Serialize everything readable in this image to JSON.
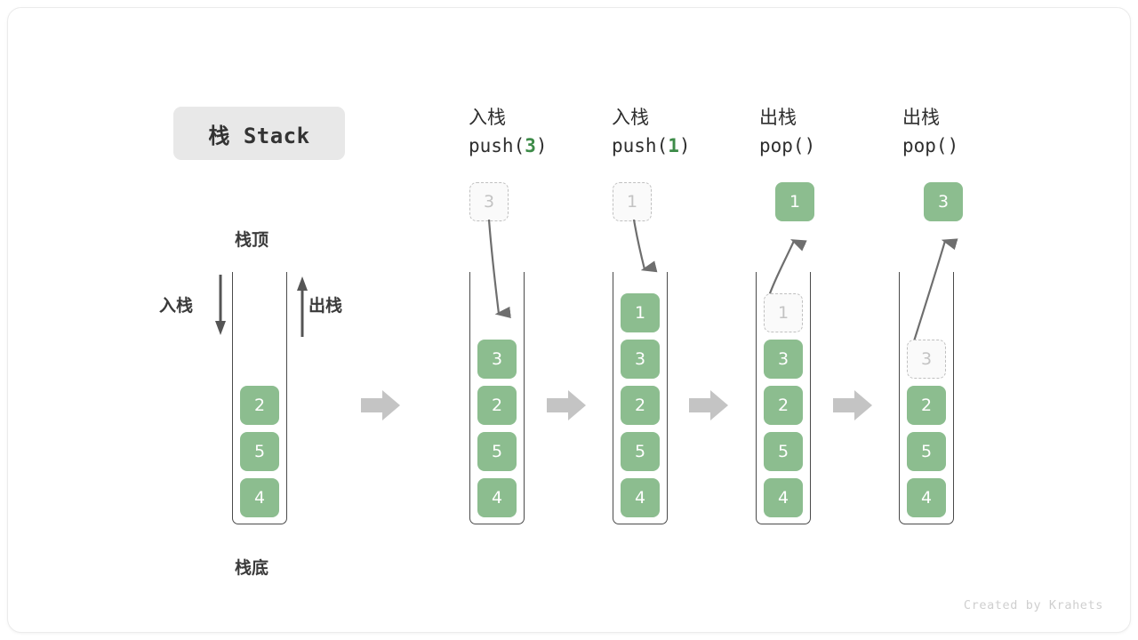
{
  "title": {
    "text": "栈 Stack"
  },
  "labels": {
    "stack_top": "栈顶",
    "stack_bottom": "栈底",
    "push_side": "入栈",
    "pop_side": "出栈"
  },
  "colors": {
    "cell_fill": "#8cbd8f",
    "cell_text": "#ffffff",
    "ghost_fill": "#fafafa",
    "ghost_text": "#c3c3c3",
    "ghost_border": "#c0c0c0",
    "accent_green": "#3d8b48",
    "arrow_gray": "#c4c4c4",
    "connector_gray": "#6e6e6e",
    "wall": "#4a4a4a",
    "title_chip_bg": "#e8e8e8"
  },
  "columns": [
    {
      "id": "initial",
      "header_cn": "",
      "header_code": "",
      "header_arg": "",
      "stack": [
        "2",
        "5",
        "4"
      ],
      "float_box": null,
      "ghost_in_stack": null
    },
    {
      "id": "push-3",
      "header_cn": "入栈",
      "header_code_prefix": "push(",
      "header_arg": "3",
      "header_code_suffix": ")",
      "stack": [
        "3",
        "2",
        "5",
        "4"
      ],
      "float_box": {
        "value": "3",
        "style": "ghost"
      },
      "ghost_in_stack": null
    },
    {
      "id": "push-1",
      "header_cn": "入栈",
      "header_code_prefix": "push(",
      "header_arg": "1",
      "header_code_suffix": ")",
      "stack": [
        "1",
        "3",
        "2",
        "5",
        "4"
      ],
      "float_box": {
        "value": "1",
        "style": "ghost"
      },
      "ghost_in_stack": null
    },
    {
      "id": "pop-1",
      "header_cn": "出栈",
      "header_code_prefix": "pop(",
      "header_arg": "",
      "header_code_suffix": ")",
      "stack": [
        "3",
        "2",
        "5",
        "4"
      ],
      "float_box": {
        "value": "1",
        "style": "filled"
      },
      "ghost_in_stack": "1"
    },
    {
      "id": "pop-3",
      "header_cn": "出栈",
      "header_code_prefix": "pop(",
      "header_arg": "",
      "header_code_suffix": ")",
      "stack": [
        "2",
        "5",
        "4"
      ],
      "float_box": {
        "value": "3",
        "style": "ghost-lower"
      },
      "ghost_in_stack": "3",
      "float_box_value": "3"
    }
  ],
  "step_arrows_count": 4,
  "footer": {
    "credit": "Created by Krahets"
  }
}
